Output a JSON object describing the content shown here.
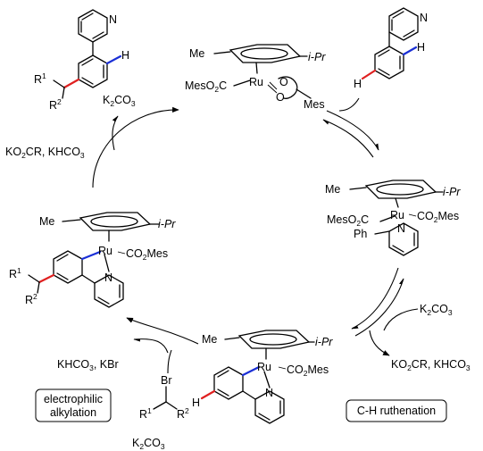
{
  "reagents": {
    "top_left_reagents": "KO2CR, KHCO3",
    "right_reagent_1": "K2CO3",
    "right_reagent_2": "KO2CR, KHCO3",
    "bottom_left_products": "KHCO3, KBr",
    "bottom_reagent": "K2CO3",
    "product_base": "K2CO3"
  },
  "boxes": {
    "electrophilic_alkylation_line1": "electrophilic",
    "electrophilic_alkylation_line2": "alkylation",
    "ch_ruthenation": "C-H ruthenation"
  },
  "atoms": {
    "N": "N",
    "H": "H",
    "Ru": "Ru",
    "Me": "Me",
    "iPr": "i-Pr",
    "Mes": "Mes",
    "Ph": "Ph",
    "Br": "Br",
    "R": "R",
    "O": "O",
    "MesO2C": "MesO",
    "CO2Mes": "CO",
    "C": "C"
  },
  "colors": {
    "blue_bond": "#1a2fd6",
    "red_bond": "#e02020"
  }
}
